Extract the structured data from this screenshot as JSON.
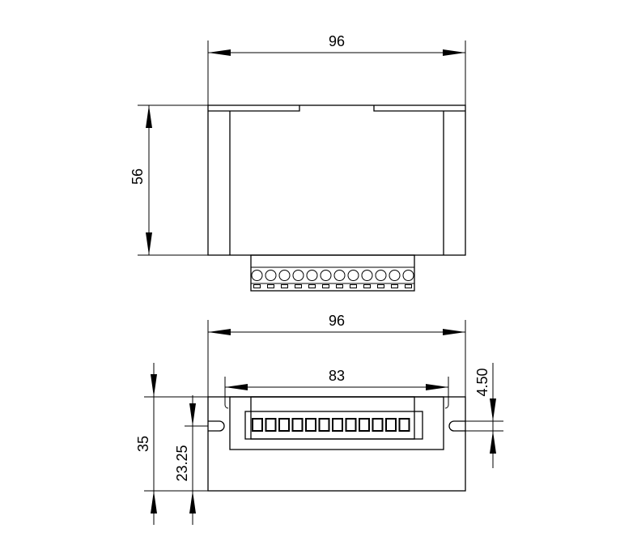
{
  "top_view": {
    "width_label": "96",
    "height_label": "56",
    "terminal_count": 12
  },
  "front_view": {
    "overall_width_label": "96",
    "mount_spacing_label": "83",
    "height_label": "35",
    "slot_height_label": "23.25",
    "slot_width_label": "4.50",
    "terminal_count": 12
  }
}
